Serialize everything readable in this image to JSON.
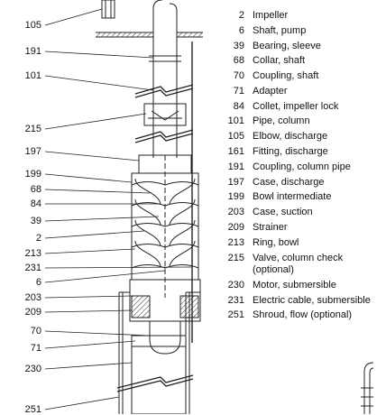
{
  "callouts": [
    "105",
    "191",
    "101",
    "215",
    "197",
    "199",
    "68",
    "84",
    "39",
    "2",
    "213",
    "231",
    "6",
    "203",
    "209",
    "70",
    "71",
    "230",
    "251"
  ],
  "legend": [
    {
      "num": "2",
      "desc": "Impeller"
    },
    {
      "num": "6",
      "desc": "Shaft, pump"
    },
    {
      "num": "39",
      "desc": "Bearing, sleeve"
    },
    {
      "num": "68",
      "desc": "Collar, shaft"
    },
    {
      "num": "70",
      "desc": "Coupling, shaft"
    },
    {
      "num": "71",
      "desc": "Adapter"
    },
    {
      "num": "84",
      "desc": "Collet, impeller lock"
    },
    {
      "num": "101",
      "desc": "Pipe, column"
    },
    {
      "num": "105",
      "desc": "Elbow, discharge"
    },
    {
      "num": "161",
      "desc": "Fitting, discharge"
    },
    {
      "num": "191",
      "desc": "Coupling, column pipe"
    },
    {
      "num": "197",
      "desc": "Case, discharge"
    },
    {
      "num": "199",
      "desc": "Bowl intermediate"
    },
    {
      "num": "203",
      "desc": "Case, suction"
    },
    {
      "num": "209",
      "desc": "Strainer"
    },
    {
      "num": "213",
      "desc": "Ring, bowl"
    },
    {
      "num": "215",
      "desc": "Valve, column check\n(optional)"
    },
    {
      "num": "230",
      "desc": "Motor, submersible"
    },
    {
      "num": "231",
      "desc": "Electric cable, submersible"
    },
    {
      "num": "251",
      "desc": "Shroud, flow (optional)"
    }
  ]
}
